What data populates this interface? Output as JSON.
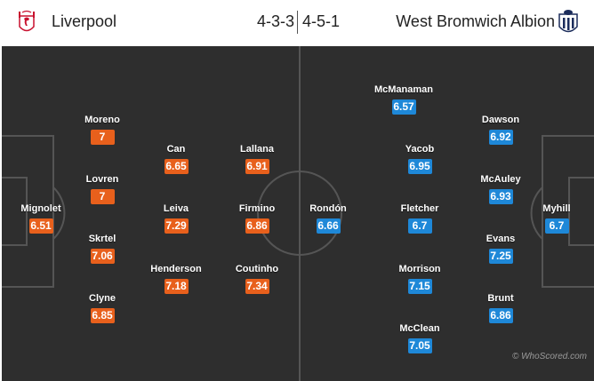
{
  "header": {
    "home_team": "Liverpool",
    "away_team": "West Bromwich Albion",
    "home_formation": "4-3-3",
    "away_formation": "4-5-1",
    "home_crest_icon": "liverpool-crest-icon",
    "away_crest_icon": "west-brom-crest-icon"
  },
  "colors": {
    "home_rating": "#e8601c",
    "away_rating": "#1e88d8",
    "pitch": "#2e2e2e",
    "lines": "#555555"
  },
  "home_players": [
    {
      "name": "Moreno",
      "rating": "7"
    },
    {
      "name": "Lovren",
      "rating": "7"
    },
    {
      "name": "Mignolet",
      "rating": "6.51"
    },
    {
      "name": "Skrtel",
      "rating": "7.06"
    },
    {
      "name": "Clyne",
      "rating": "6.85"
    },
    {
      "name": "Can",
      "rating": "6.65"
    },
    {
      "name": "Leiva",
      "rating": "7.29"
    },
    {
      "name": "Henderson",
      "rating": "7.18"
    },
    {
      "name": "Lallana",
      "rating": "6.91"
    },
    {
      "name": "Firmino",
      "rating": "6.86"
    },
    {
      "name": "Coutinho",
      "rating": "7.34"
    }
  ],
  "away_players": [
    {
      "name": "Rondón",
      "rating": "6.66"
    },
    {
      "name": "McManaman",
      "rating": "6.57"
    },
    {
      "name": "Yacob",
      "rating": "6.95"
    },
    {
      "name": "Fletcher",
      "rating": "6.7"
    },
    {
      "name": "Morrison",
      "rating": "7.15"
    },
    {
      "name": "McClean",
      "rating": "7.05"
    },
    {
      "name": "Dawson",
      "rating": "6.92"
    },
    {
      "name": "McAuley",
      "rating": "6.93"
    },
    {
      "name": "Evans",
      "rating": "7.25"
    },
    {
      "name": "Brunt",
      "rating": "6.86"
    },
    {
      "name": "Myhill",
      "rating": "6.7"
    }
  ],
  "watermark": "© WhoScored.com"
}
